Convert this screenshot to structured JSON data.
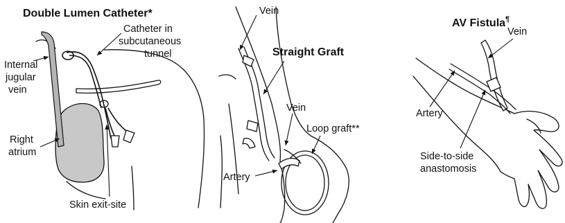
{
  "panels": {
    "catheter": {
      "title": "Double Lumen Catheter*",
      "labels": {
        "catheter_line1": "Catheter in",
        "catheter_line2": "subcutaneous",
        "catheter_line3": "tunnel",
        "jugular_line1": "Internal",
        "jugular_line2": "jugular",
        "jugular_line3": "vein",
        "atrium_line1": "Right",
        "atrium_line2": "atrium",
        "exit_site": "Skin exit-site"
      }
    },
    "graft": {
      "title": "Straight Graft",
      "labels": {
        "vein_top": "Vein",
        "vein_mid": "Vein",
        "loop_graft": "Loop graft**",
        "artery": "Artery"
      }
    },
    "fistula": {
      "title": "AV Fistula",
      "title_mark": "¶",
      "labels": {
        "vein": "Vein",
        "artery": "Artery",
        "anast_line1": "Side-to-side",
        "anast_line2": "anastomosis"
      }
    }
  },
  "colors": {
    "ink": "#111111",
    "atrium_fill": "#c8c8c8",
    "vein_fill": "#b5b5b5",
    "background": "#ffffff"
  }
}
